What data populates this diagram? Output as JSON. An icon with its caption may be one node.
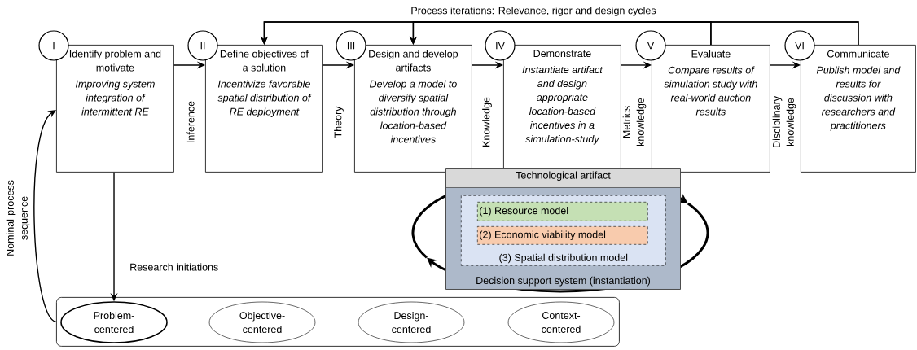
{
  "diagram": {
    "nodes": [
      {
        "text": [
          "I"
        ]
      },
      {
        "text": [
          "Identify problem and motivate",
          "Improving system integration of intermittent RE"
        ]
      },
      {
        "text": [
          "II"
        ]
      },
      {
        "text": [
          "Define objectives of a solution",
          "Incentivize favorable spatial distribution of RE deployment"
        ]
      },
      {
        "text": [
          "III"
        ]
      },
      {
        "text": [
          "Design and develop artifacts",
          "Develop a model to diversify spatial distribution through location-based incentives"
        ]
      },
      {
        "text": [
          "IV"
        ]
      },
      {
        "text": [
          "Demonstrate",
          "Instantiate artifact and design appropriate location-based incentives in a simulation-study"
        ]
      },
      {
        "text": [
          "V"
        ]
      },
      {
        "text": [
          "Evaluate",
          "Compare results of simulation study with real-world auction results"
        ]
      },
      {
        "text": [
          "VI"
        ]
      },
      {
        "text": [
          "Communicate",
          "Publish model and results for discussion with researchers and practitioners"
        ]
      },
      {
        "text": [
          "Technological artifact",
          "Decision support system (instantiation)"
        ]
      },
      {
        "text": [
          "(3) Spatial distribution model"
        ],
        "in": 12
      },
      {
        "text": [
          "(1) Resource model"
        ],
        "in": 13
      },
      {
        "text": [
          "(2) Economic viability model"
        ],
        "in": 13
      },
      {
        "text": [],
        "shape": "box"
      },
      {
        "text": [
          "Problem- centered"
        ],
        "in": 16
      },
      {
        "text": [
          "Objective- centered"
        ],
        "in": 16
      },
      {
        "text": [
          "Design- centered"
        ],
        "in": 16
      },
      {
        "text": [
          "Context- centered"
        ],
        "in": 16
      }
    ],
    "edges": [
      {
        "from": 1,
        "to": 3,
        "arrow": "to"
      },
      {
        "from": 3,
        "to": 5,
        "arrow": "to"
      },
      {
        "from": 5,
        "to": 7,
        "arrow": "to"
      },
      {
        "from": 7,
        "to": 9,
        "arrow": "to"
      },
      {
        "from": 9,
        "to": 11,
        "arrow": "to"
      },
      {
        "from": 9,
        "to": 3,
        "arrow": "to"
      },
      {
        "from": 9,
        "to": 5,
        "arrow": "to"
      },
      {
        "from": 11,
        "to": 3,
        "arrow": "to"
      },
      {
        "from": 11,
        "to": 5,
        "arrow": "to"
      },
      {
        "from": 1,
        "to": 17,
        "arrow": "to",
        "label": "Research initiations"
      },
      {
        "from": 16,
        "to": 1,
        "arrow": "to",
        "label": "Nominal process sequence"
      }
    ],
    "labels": [
      "Process iterations: Relevance, rigor and design cycles",
      "Inference",
      "Theory",
      "Knowledge",
      "Metrics knowledge",
      "Disciplinary knowledge"
    ]
  }
}
